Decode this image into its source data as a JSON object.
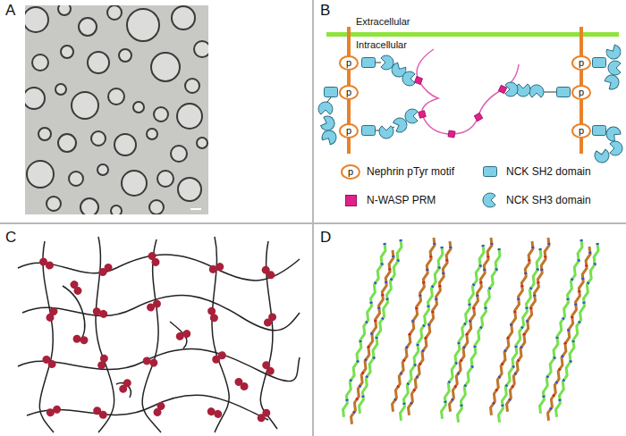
{
  "diagram": {
    "nodes": [
      {
        "text": [
          "p"
        ]
      },
      {
        "text": [
          "p"
        ]
      },
      {
        "text": [
          "p"
        ]
      },
      {
        "text": [
          "p"
        ]
      },
      {
        "text": [
          "p"
        ]
      },
      {
        "text": [
          "p"
        ]
      },
      {
        "text": [
          "p"
        ]
      }
    ],
    "labels": [
      "A",
      "B",
      "Extracellular",
      "Intracellular",
      "C",
      "D"
    ],
    "legend": [
      {
        "text": "Nephrin pTyr motif"
      },
      {
        "text": "NCK SH2 domain"
      },
      {
        "text": "N-WASP PRM",
        "color": "#e0218a"
      },
      {
        "text": "NCK SH3 domain"
      }
    ]
  }
}
